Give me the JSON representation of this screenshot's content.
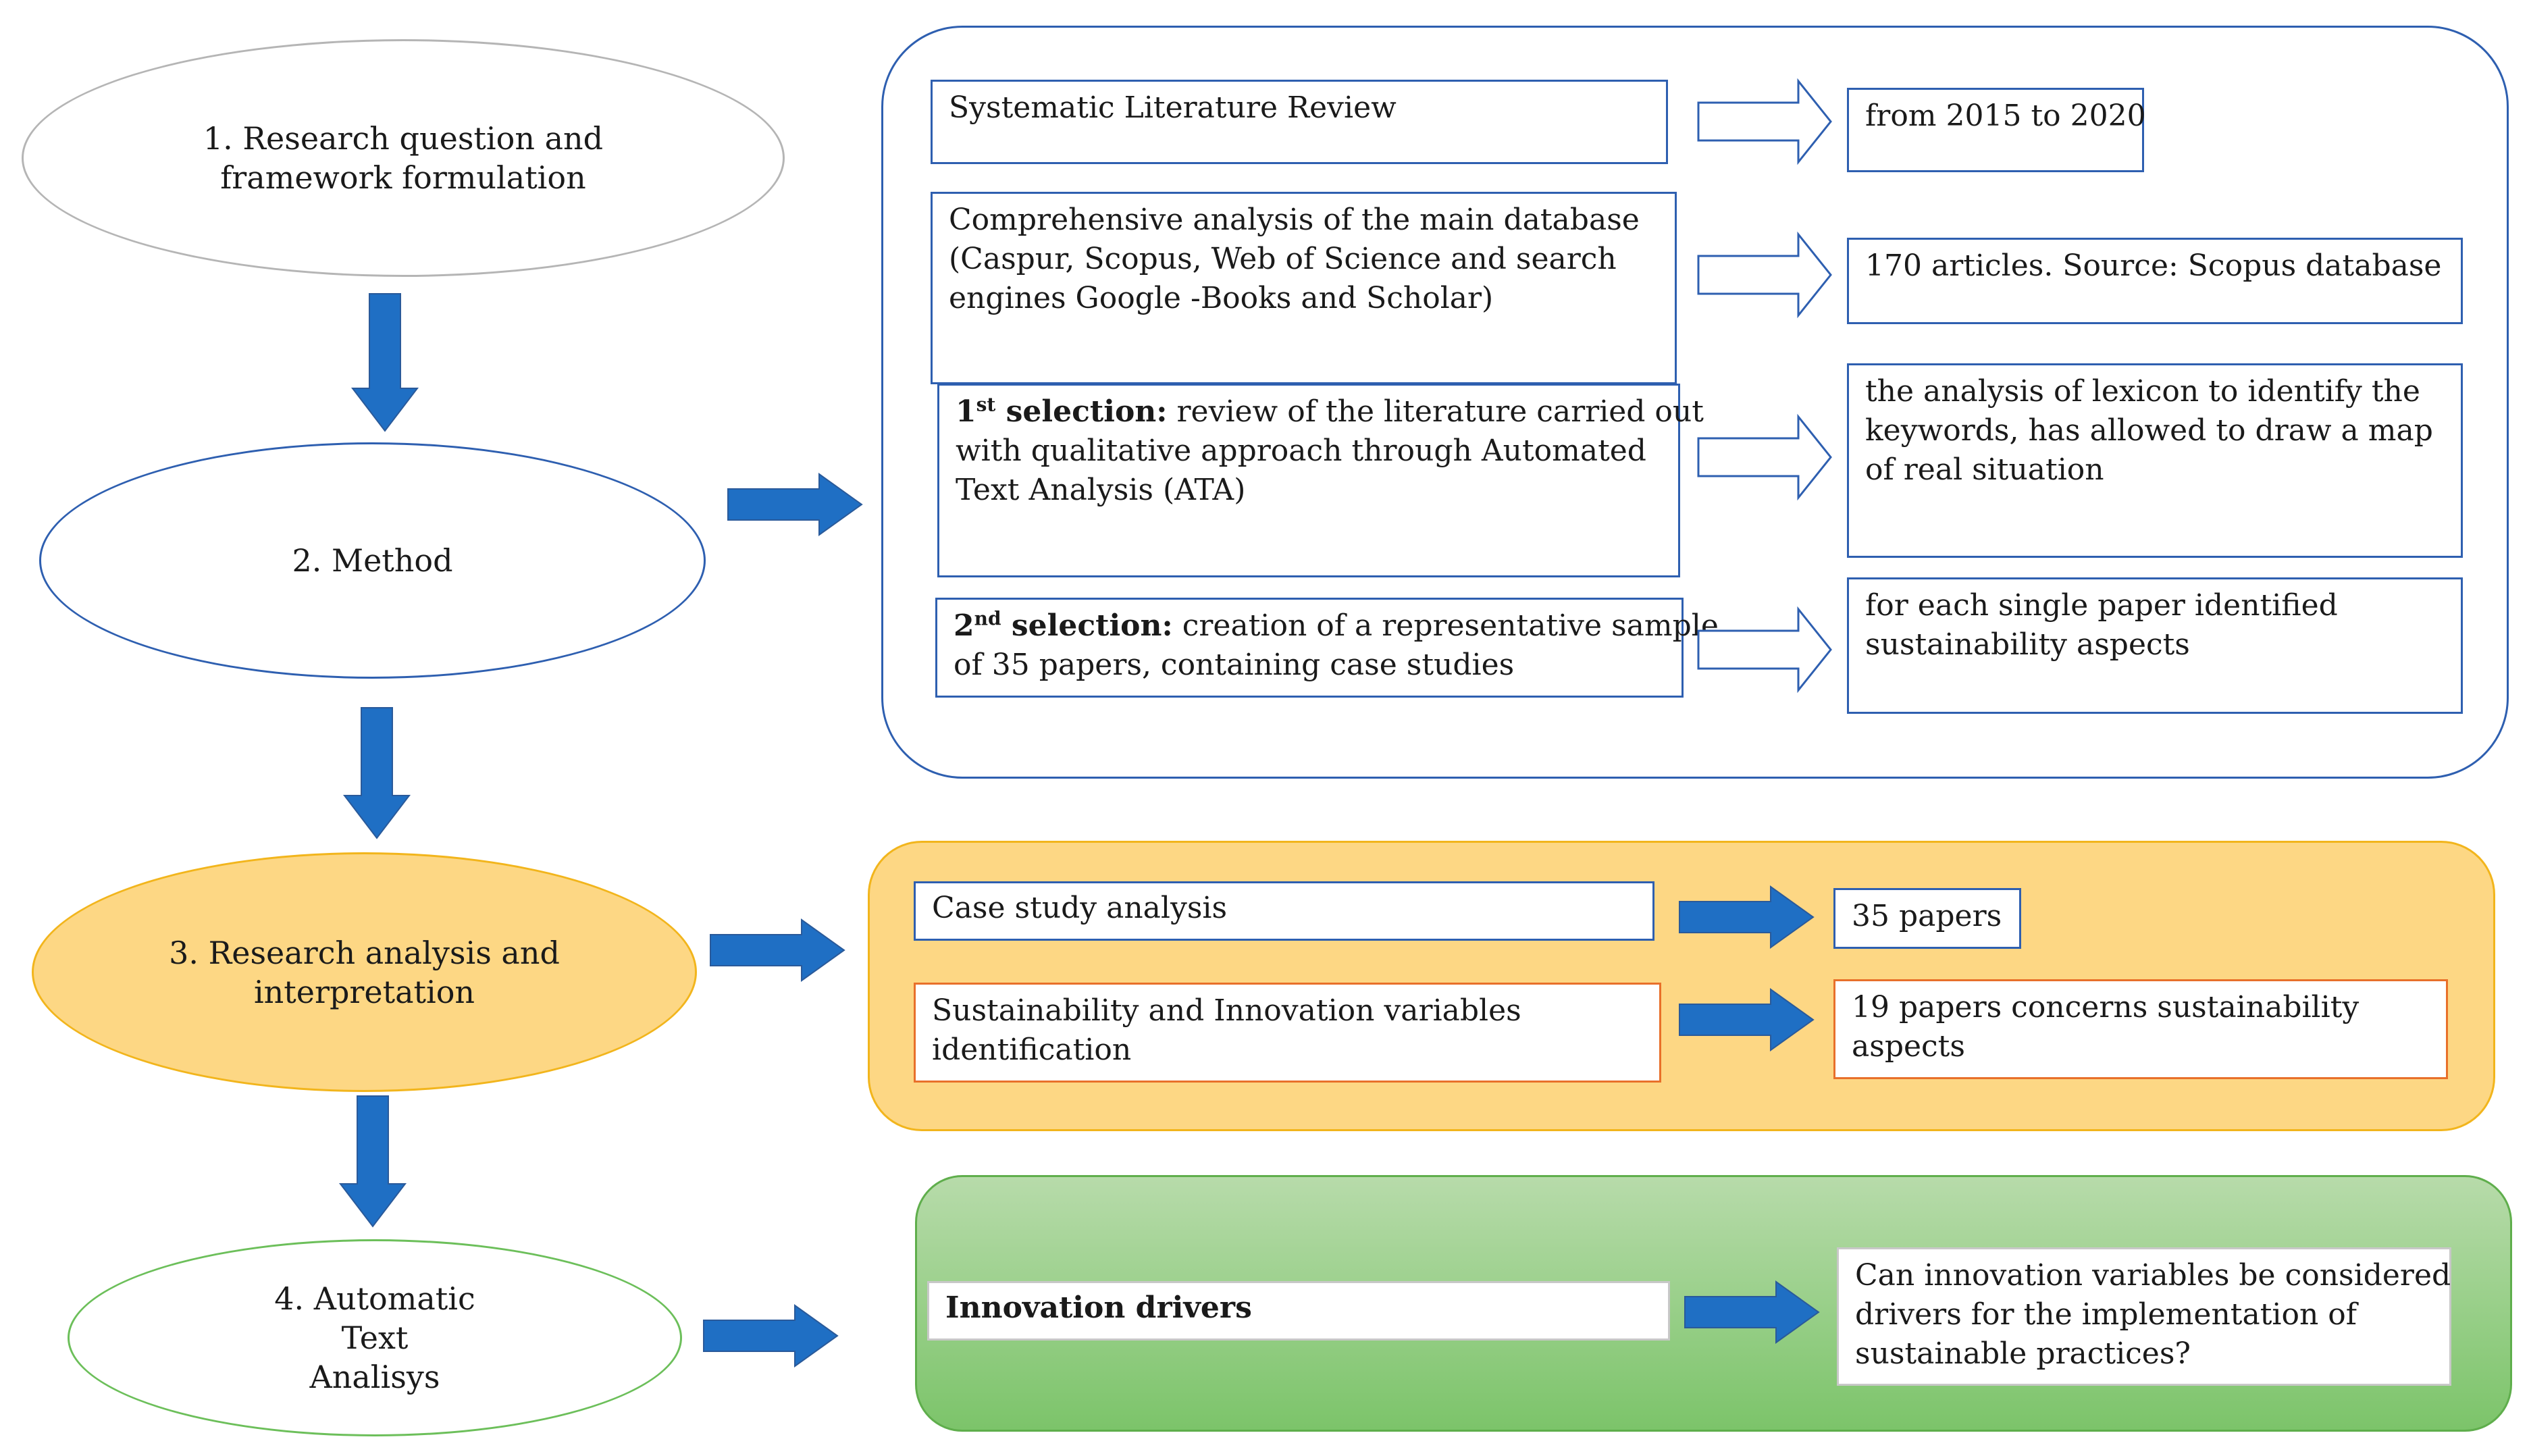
{
  "steps": {
    "s1": [
      "1. Research question and",
      "framework formulation"
    ],
    "s2": [
      "2. Method"
    ],
    "s3": [
      "3. Research analysis and",
      "interpretation"
    ],
    "s4": [
      "4. Automatic",
      "Text",
      "Analisys"
    ]
  },
  "method": {
    "slr": "Systematic Literature Review",
    "slr_result": "from 2015 to 2020",
    "db_lines": [
      "Comprehensive analysis of the main database",
      "(Caspur, Scopus, Web of Science and search",
      "engines Google -Books and Scholar)"
    ],
    "db_result": "170 articles. Source: Scopus database",
    "sel1_num": "1",
    "sel1_sup": "st",
    "sel1_bold": " selection:",
    "sel1_lines": [
      " review of the literature carried out",
      "with qualitative approach through Automated",
      "Text Analysis (ATA)"
    ],
    "sel1_result": [
      "the analysis of lexicon to identify the",
      "keywords, has allowed to draw a map",
      "of real situation"
    ],
    "sel2_num": "2",
    "sel2_sup": "nd",
    "sel2_bold": " selection:",
    "sel2_lines": [
      " creation of a representative sample",
      "of 35 papers, containing case studies"
    ],
    "sel2_result": [
      "for each single paper identified",
      "sustainability aspects"
    ]
  },
  "analysis": {
    "case": "Case study analysis",
    "case_result": "35 papers",
    "vars": [
      "Sustainability and Innovation variables",
      "identification"
    ],
    "vars_result": [
      "19 papers concerns sustainability",
      "aspects"
    ]
  },
  "ata": {
    "drivers": "Innovation drivers",
    "question": [
      "Can innovation variables be considered",
      "drivers for the implementation of",
      "sustainable practices?"
    ]
  },
  "colors": {
    "arrow_blue": "#1f6fc4",
    "outline_blue": "#2e5fb0",
    "orange_fill": "#fdd784",
    "orange_border": "#f2b51c",
    "green_top": "#b7dbaa",
    "green_bottom": "#7cc46a"
  }
}
